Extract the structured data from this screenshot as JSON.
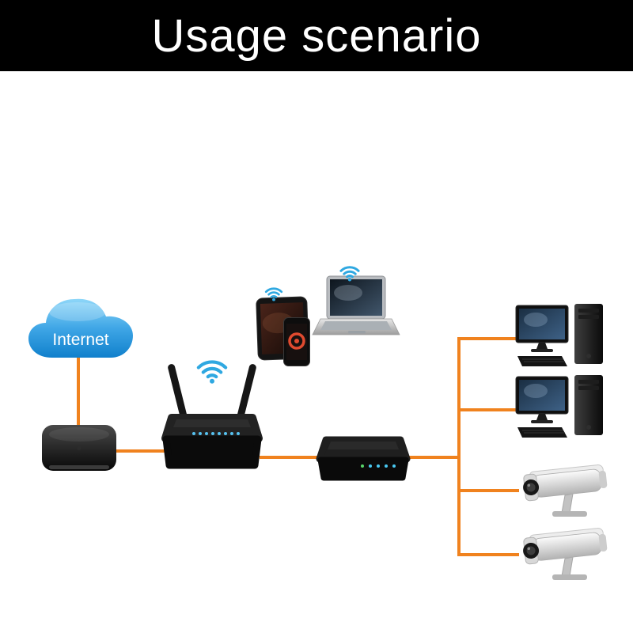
{
  "header": {
    "title": "Usage scenario"
  },
  "cloud": {
    "label": "Internet"
  },
  "colors": {
    "header_bg": "#000000",
    "header_fg": "#ffffff",
    "connector": "#f0821e",
    "wifi": "#2fa8e1"
  },
  "diagram": {
    "devices": [
      {
        "id": "internet-cloud",
        "label": "Internet"
      },
      {
        "id": "modem"
      },
      {
        "id": "wireless-router"
      },
      {
        "id": "tablet"
      },
      {
        "id": "smartphone"
      },
      {
        "id": "laptop"
      },
      {
        "id": "network-switch"
      },
      {
        "id": "desktop-computer-1"
      },
      {
        "id": "desktop-computer-2"
      },
      {
        "id": "cctv-camera-1"
      },
      {
        "id": "cctv-camera-2"
      }
    ],
    "connections": [
      [
        "internet-cloud",
        "modem"
      ],
      [
        "modem",
        "wireless-router"
      ],
      [
        "wireless-router",
        "network-switch"
      ],
      [
        "network-switch",
        "desktop-computer-1"
      ],
      [
        "network-switch",
        "desktop-computer-2"
      ],
      [
        "network-switch",
        "cctv-camera-1"
      ],
      [
        "network-switch",
        "cctv-camera-2"
      ]
    ]
  }
}
